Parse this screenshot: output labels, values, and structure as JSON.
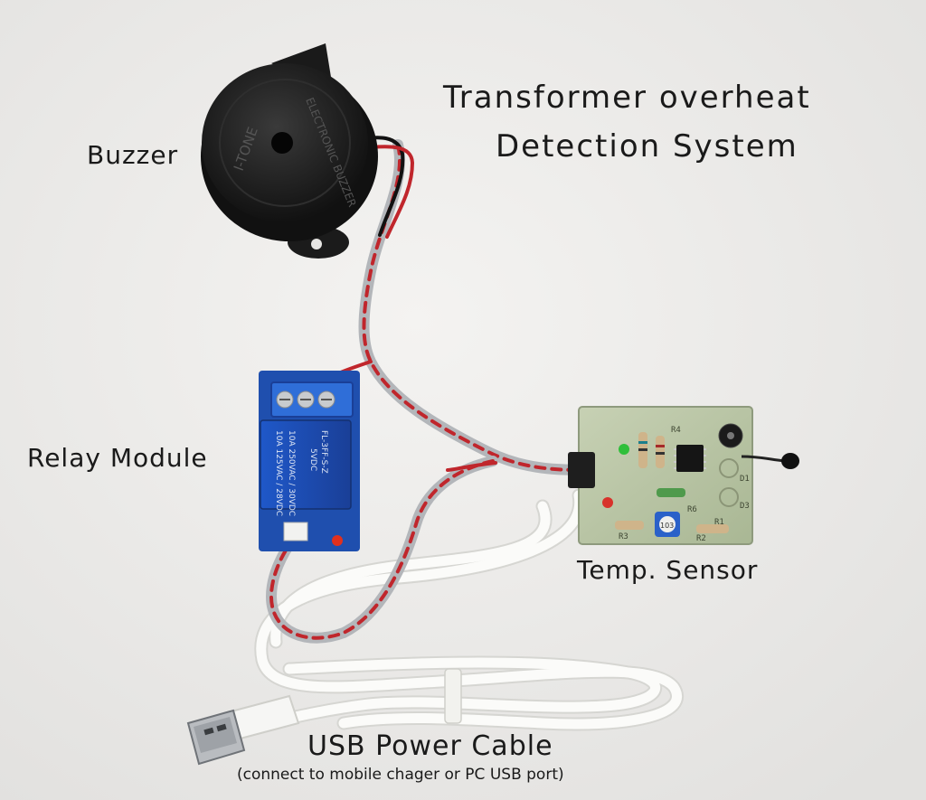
{
  "title": {
    "line1": "Transformer overheat",
    "line2": "Detection System"
  },
  "labels": {
    "buzzer": "Buzzer",
    "relay": "Relay Module",
    "temp_sensor": "Temp. Sensor",
    "usb_cable": "USB Power Cable",
    "usb_note": "(connect to mobile chager or PC USB port)"
  },
  "component_markings": {
    "buzzer_brand": "I-TONE",
    "buzzer_text": "ELECTRONIC BUZZER",
    "relay_model": "FL-3FF-S-Z",
    "relay_voltage": "5VDC",
    "relay_rating_1": "10A 250VAC / 30VDC",
    "relay_rating_2": "10A 125VAC / 28VDC",
    "pcb_labels": [
      "R4",
      "R1",
      "R6",
      "R2",
      "R3",
      "D1",
      "D3"
    ],
    "pot_label": "103"
  }
}
